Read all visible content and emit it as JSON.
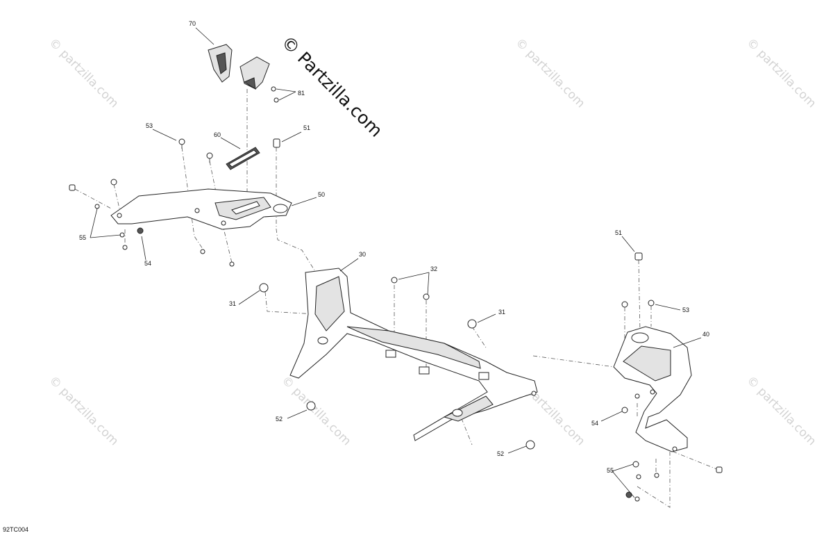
{
  "diagram": {
    "drawing_code": "92TC004",
    "watermark": "© Partzilla.com",
    "watermark_small": "© partzilla.com",
    "colors": {
      "line": "#222222",
      "watermark": "#d3d3d3",
      "background": "#ffffff"
    },
    "callouts": {
      "p70": "70",
      "p81": "81",
      "p53a": "53",
      "p60": "60",
      "p51a": "51",
      "p50": "50",
      "p55a": "55",
      "p54a": "54",
      "p30": "30",
      "p32": "32",
      "p31a": "31",
      "p31b": "31",
      "p52a": "52",
      "p52b": "52",
      "p51b": "51",
      "p53b": "53",
      "p40": "40",
      "p54b": "54",
      "p55b": "55"
    }
  }
}
